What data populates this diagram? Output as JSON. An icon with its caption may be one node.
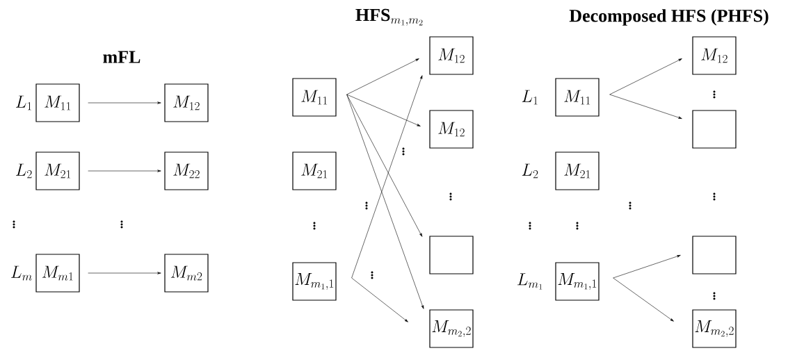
{
  "diagram": {
    "nodes": [
      {
        "text": [
          "M_{11}"
        ]
      },
      {
        "text": [
          "M_{12}"
        ]
      },
      {
        "text": [
          "M_{21}"
        ]
      },
      {
        "text": [
          "M_{22}"
        ]
      },
      {
        "text": [
          "M_{m1}"
        ]
      },
      {
        "text": [
          "M_{m2}"
        ]
      },
      {
        "text": [
          "M_{11}"
        ]
      },
      {
        "text": [
          "M_{21}"
        ]
      },
      {
        "text": [
          "M_{m_1,1}"
        ]
      },
      {
        "text": [
          "M_{12}"
        ]
      },
      {
        "text": [
          "M_{12}"
        ]
      },
      {
        "text": [],
        "shape": "box"
      },
      {
        "text": [
          "M_{m_2,2}"
        ]
      },
      {
        "text": [
          "M_{11}"
        ]
      },
      {
        "text": [
          "M_{21}"
        ]
      },
      {
        "text": [
          "M_{m_1,1}"
        ]
      },
      {
        "text": [
          "M_{12}"
        ]
      },
      {
        "text": [],
        "shape": "box"
      },
      {
        "text": [],
        "shape": "box"
      },
      {
        "text": [
          "M_{m_2,2}"
        ]
      }
    ],
    "edges": [
      {
        "from": 0,
        "to": 1,
        "arrow": "to"
      },
      {
        "from": 2,
        "to": 3,
        "arrow": "to"
      },
      {
        "from": 4,
        "to": 5,
        "arrow": "to"
      },
      {
        "from": 6,
        "to": 9,
        "arrow": "to"
      },
      {
        "from": 6,
        "to": 10,
        "arrow": "to"
      },
      {
        "from": 6,
        "to": 11,
        "arrow": "to"
      },
      {
        "from": 6,
        "to": 12,
        "arrow": "to"
      },
      {
        "from": 8,
        "to": 9,
        "arrow": "to"
      },
      {
        "from": 8,
        "to": 12,
        "arrow": "to"
      },
      {
        "from": 13,
        "to": 16,
        "arrow": "to"
      },
      {
        "from": 13,
        "to": 17,
        "arrow": "to"
      },
      {
        "from": 15,
        "to": 18,
        "arrow": "to"
      },
      {
        "from": 15,
        "to": 19,
        "arrow": "to"
      }
    ],
    "labels": [
      "\\mathbf{mFL}",
      "L_1",
      "L_2",
      "L_m",
      "\\mathbf{HFS}_{m_1,m_2}",
      "\\textbf{Decomposed HFS (PHFS)}",
      "L_1",
      "L_2",
      "L_{m_1}",
      "\\vdots",
      "\\vdots",
      "\\vdots",
      "\\vdots",
      "\\vdots",
      "\\vdots",
      "\\vdots",
      "\\vdots",
      "\\vdots",
      "\\vdots",
      "\\vdots",
      "\\vdots",
      "\\vdots"
    ]
  }
}
